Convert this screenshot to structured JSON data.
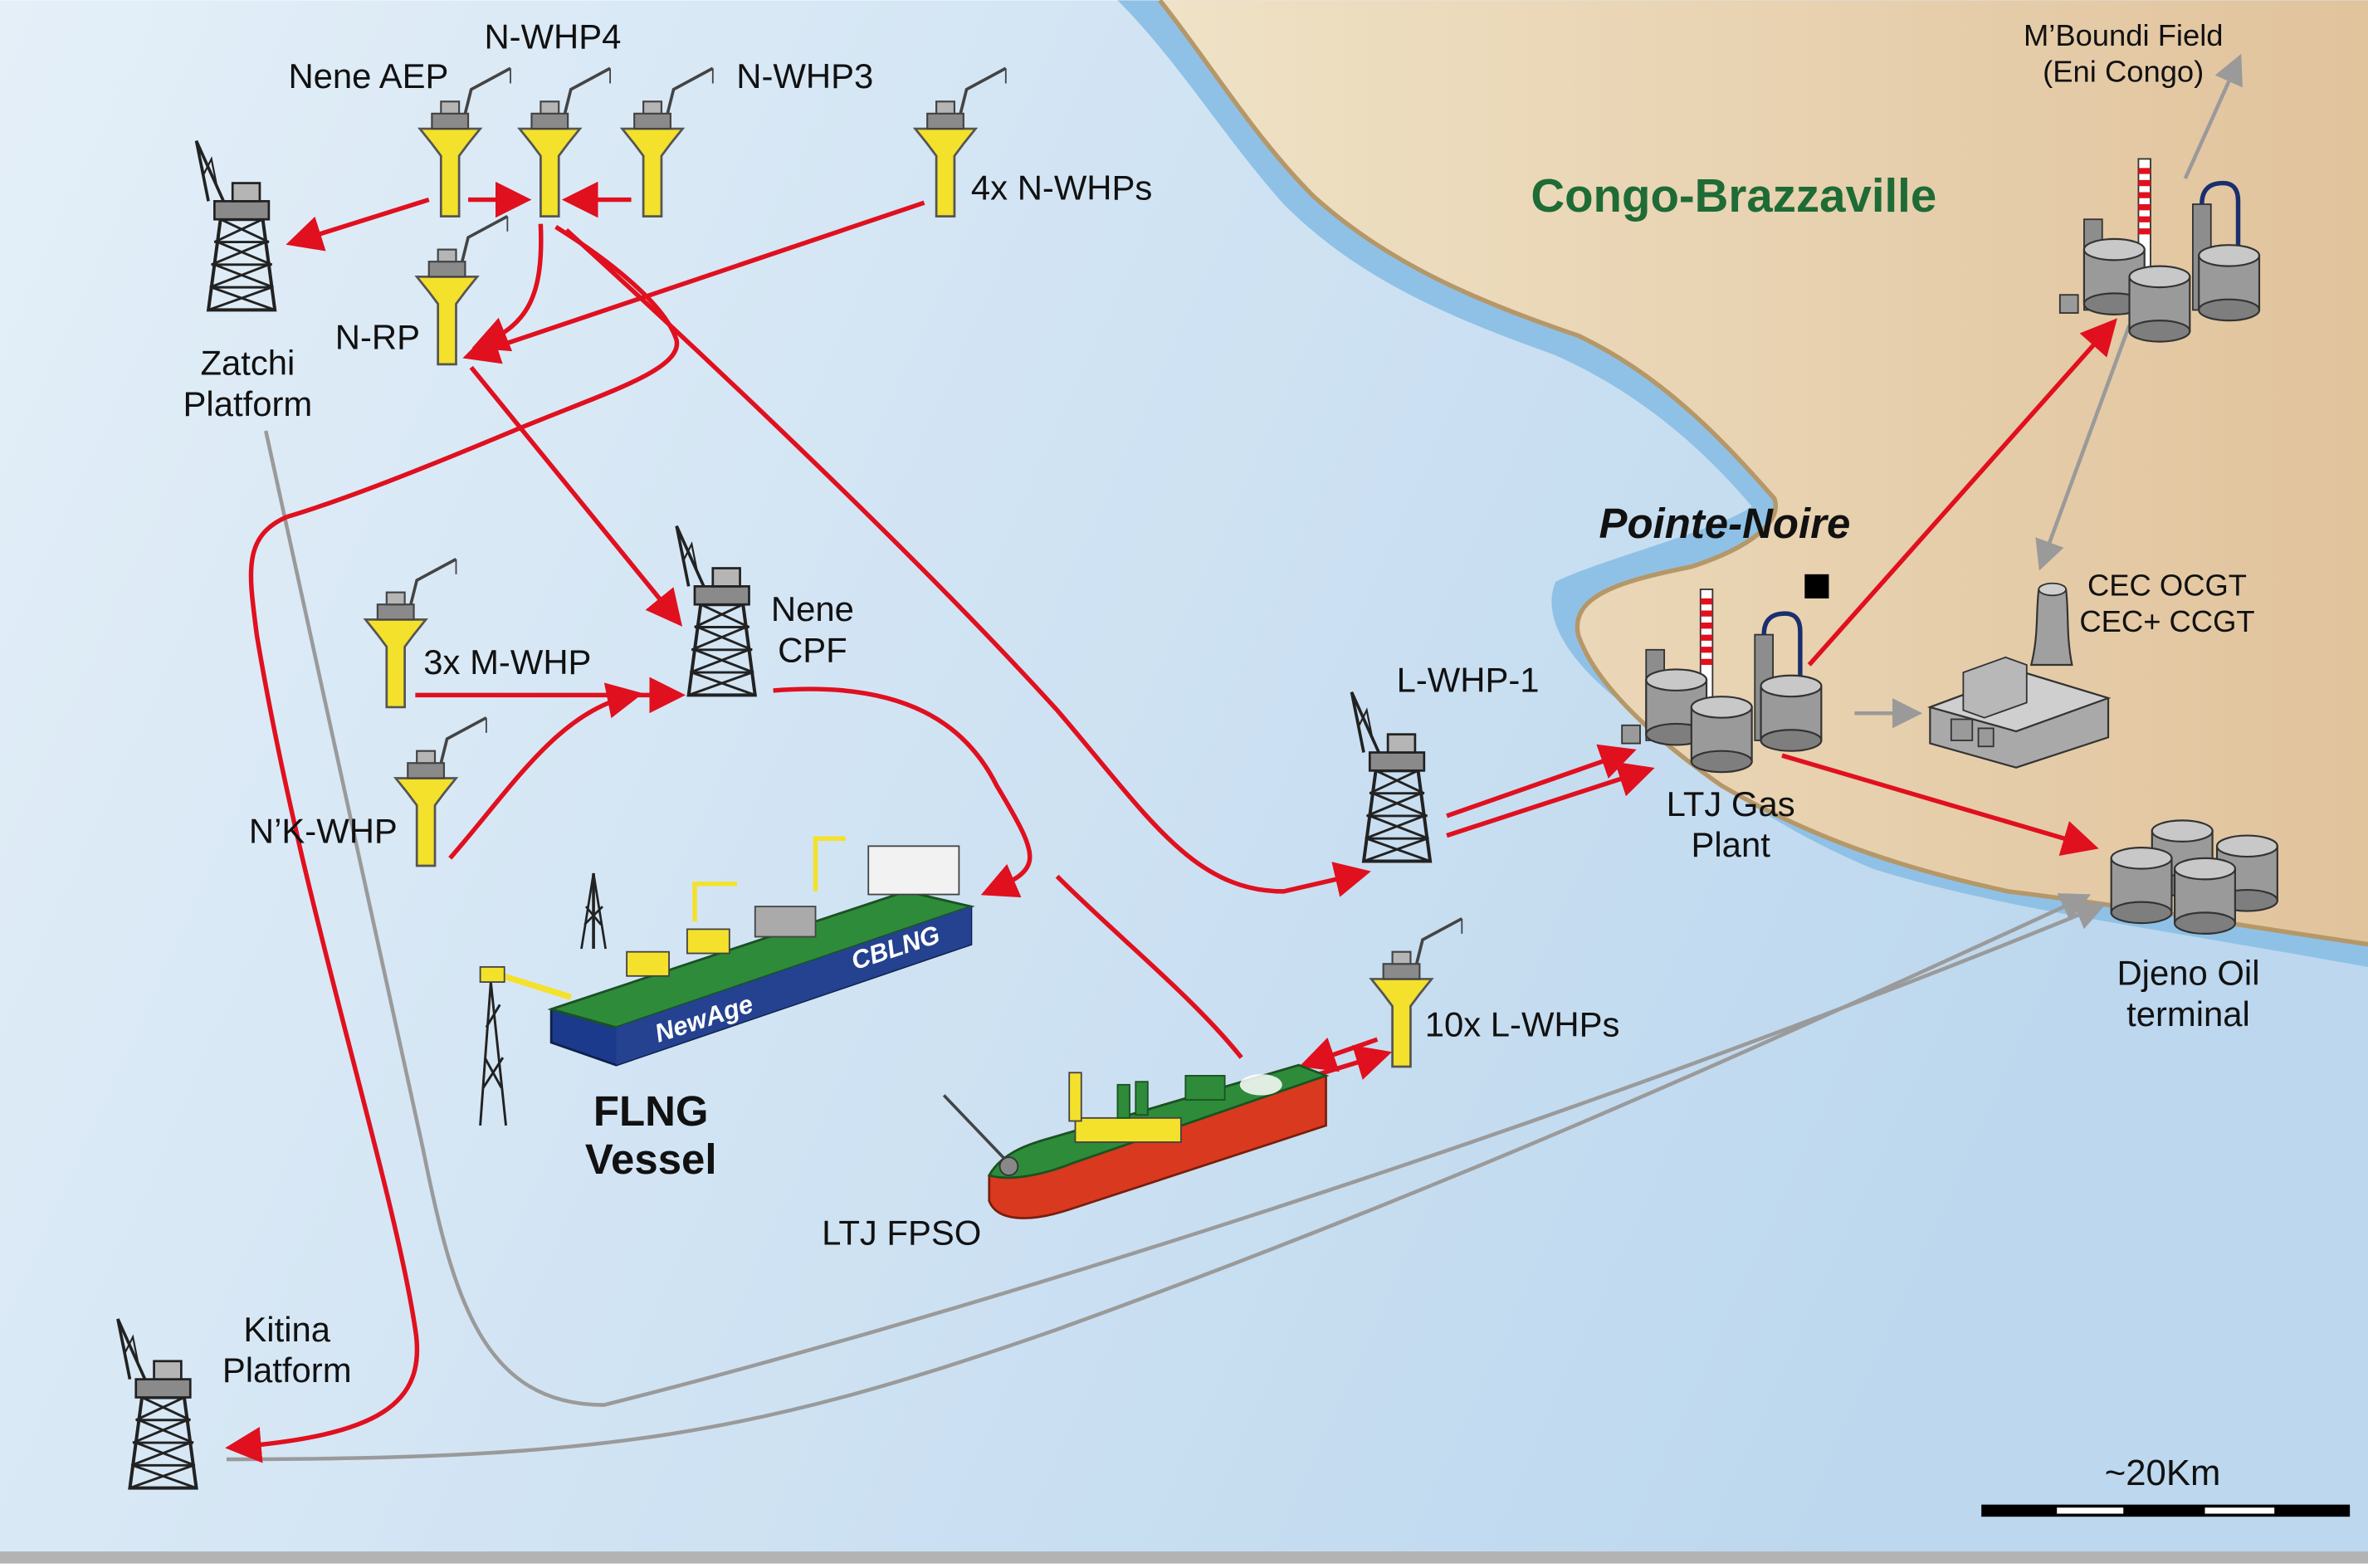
{
  "map": {
    "country": "Congo-Brazzaville",
    "city": "Pointe-Noire",
    "scale_label": "~20Km",
    "colors": {
      "sea_light": "#dceaf6",
      "sea": "#c5dcef",
      "coast": "#8fbfe4",
      "land": "#e9d5b4",
      "country_text": "#1e6b35",
      "flow_red": "#e0101f",
      "flow_gray": "#9a9a9a",
      "platform_yellow": "#f4e12b",
      "fpso_hull": "#d9391e",
      "deck_green": "#2e8b3a",
      "flng_hull": "#1b3a8c"
    }
  },
  "facilities": {
    "nene_aep": "Nene AEP",
    "n_whp4": "N-WHP4",
    "n_whp3": "N-WHP3",
    "n_whps": "4x N-WHPs",
    "n_rp": "N-RP",
    "zatchi_line1": "Zatchi",
    "zatchi_line2": "Platform",
    "nene_cpf_line1": "Nene",
    "nene_cpf_line2": "CPF",
    "m_whp": "3x M-WHP",
    "nk_whp": "N’K-WHP",
    "l_whp1": "L-WHP-1",
    "l_whps": "10x L-WHPs",
    "flng_line1": "FLNG",
    "flng_line2": "Vessel",
    "flng_brand1": "NewAge",
    "flng_brand2": "CBLNG",
    "ltj_fpso": "LTJ FPSO",
    "kitina_line1": "Kitina",
    "kitina_line2": "Platform",
    "ltj_gas_line1": "LTJ Gas",
    "ltj_gas_line2": "Plant",
    "mboundi_line1": "M’Boundi Field",
    "mboundi_line2": "(Eni Congo)",
    "cec_line1": "CEC OCGT",
    "cec_line2": "CEC+ CCGT",
    "djeno_line1": "Djeno Oil",
    "djeno_line2": "terminal"
  }
}
